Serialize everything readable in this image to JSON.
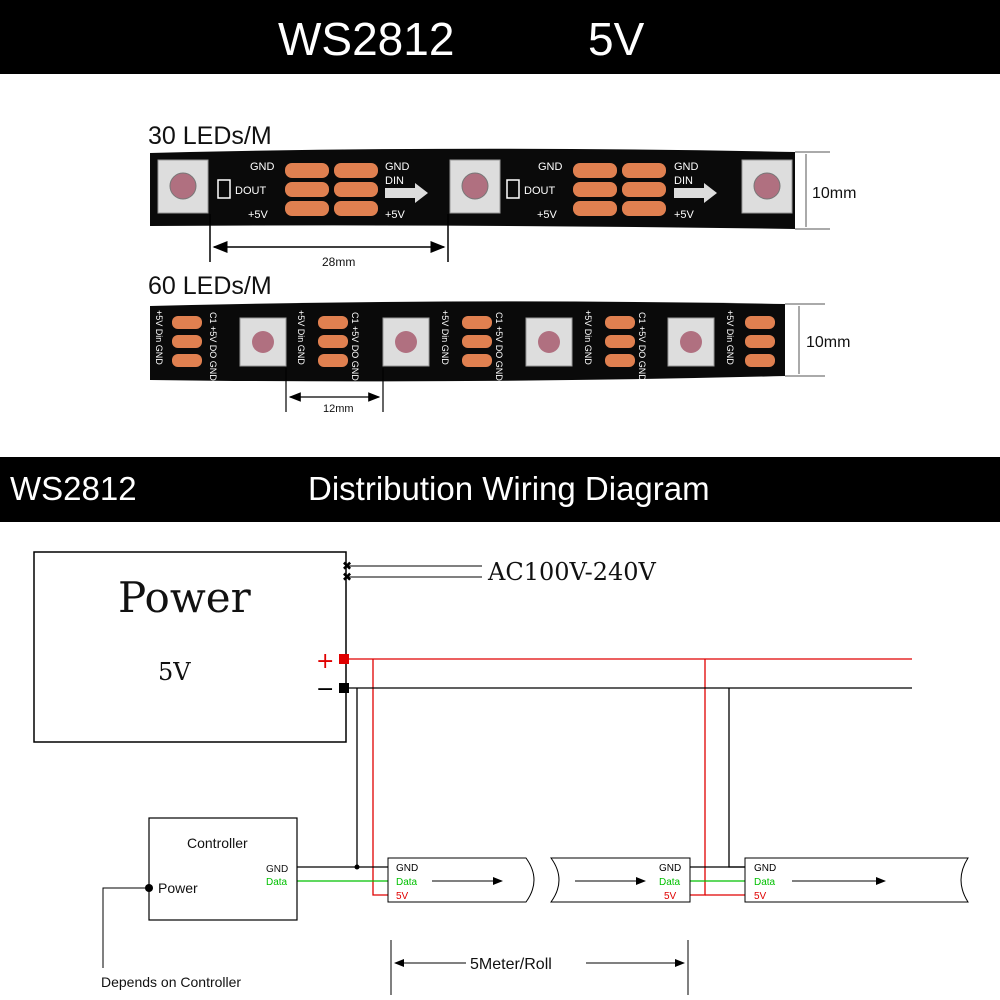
{
  "header": {
    "model": "WS2812",
    "voltage": "5V"
  },
  "strip30": {
    "title": "30 LEDs/M",
    "pad_gnd": "GND",
    "pad_dout": "DOUT",
    "pad_din": "DIN",
    "pad_5v": "+5V",
    "width": "10mm",
    "pitch": "28mm"
  },
  "strip60": {
    "title": "60 LEDs/M",
    "pad_text_a": "+5V Din GND",
    "pad_text_b": "C1 +5V DO GND",
    "width": "10mm",
    "pitch": "12mm"
  },
  "section": {
    "model": "WS2812",
    "title": "Distribution Wiring Diagram"
  },
  "wiring": {
    "power_title": "Power",
    "power_voltage": "5V",
    "ac_input": "AC100V-240V",
    "plus_sign": "+",
    "minus_sign": "−",
    "controller_title": "Controller",
    "controller_gnd": "GND",
    "controller_data": "Data",
    "controller_power": "Power",
    "depends_note": "Depends on Controller",
    "seg_gnd": "GND",
    "seg_data": "Data",
    "seg_5v": "5V",
    "roll_length": "5Meter/Roll"
  },
  "colors": {
    "positive": "#e00000",
    "negative": "#000000",
    "data": "#00c000",
    "pad": "#e08050",
    "strip": "#0a0a0a"
  }
}
